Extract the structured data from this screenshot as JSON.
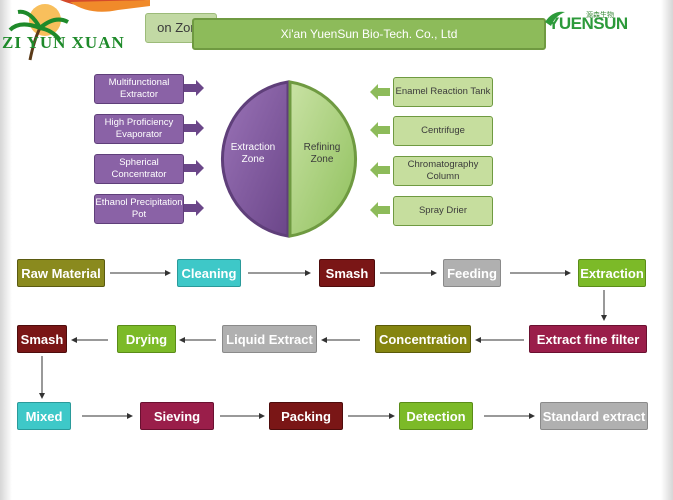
{
  "logos": {
    "left_text": "ZI YUN XUAN",
    "right_text": "YUENSUN",
    "right_cn": "源森生物"
  },
  "diagram": {
    "zone_tab": "on Zone",
    "company": "Xi'an YuenSun Bio-Tech. Co., Ltd",
    "extraction_zone": "Extraction Zone",
    "refining_zone": "Refining Zone",
    "extraction_items": [
      "Multifunctional Extractor",
      "High Proficiency Evaporator",
      "Spherical Concentrator",
      "Ethanol Precipitation Pot"
    ],
    "refining_items": [
      "Enamel Reaction Tank",
      "Centrifuge",
      "Chromatography Column",
      "Spray Drier"
    ]
  },
  "process": {
    "row1": [
      "Raw Material",
      "Cleaning",
      "Smash",
      "Feeding",
      "Extraction"
    ],
    "row2": [
      "Extract fine filter",
      "Concentration",
      "Liquid Extract",
      "Drying",
      "Smash"
    ],
    "row3": [
      "Mixed",
      "Sieving",
      "Packing",
      "Detection",
      "Standard extract"
    ]
  },
  "colors": {
    "purple": "#8a62a6",
    "green": "#8dbb5a",
    "olive": "#8a8a1e",
    "cyan": "#3ec8c8",
    "maroon": "#7a1616",
    "grey": "#b0b0b0",
    "lime": "#7cba28",
    "crimson": "#9a1e4a"
  }
}
